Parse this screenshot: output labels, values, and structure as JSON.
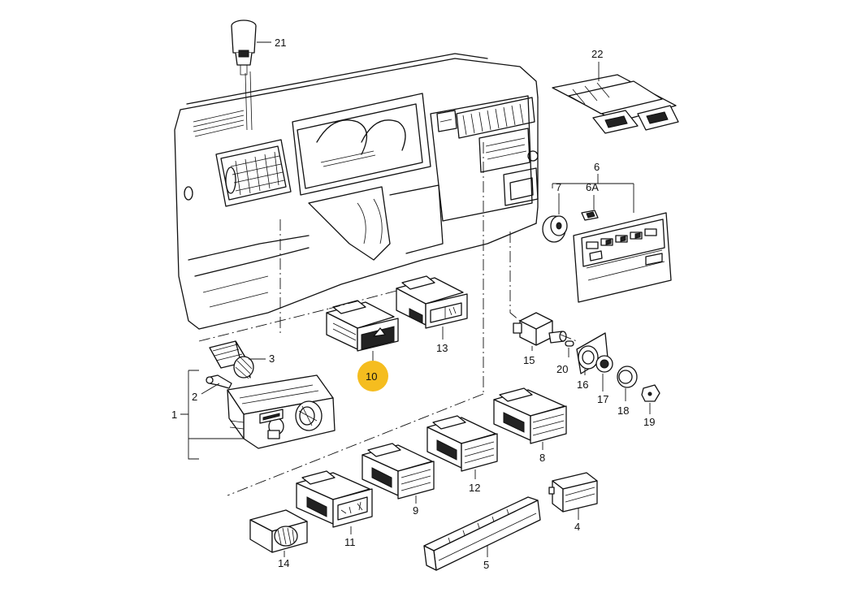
{
  "callouts": [
    {
      "id": "21",
      "label": "21"
    },
    {
      "id": "22",
      "label": "22"
    },
    {
      "id": "6",
      "label": "6"
    },
    {
      "id": "7",
      "label": "7"
    },
    {
      "id": "6A",
      "label": "6A"
    },
    {
      "id": "3",
      "label": "3"
    },
    {
      "id": "2",
      "label": "2"
    },
    {
      "id": "1",
      "label": "1"
    },
    {
      "id": "10",
      "label": "10",
      "highlighted": true
    },
    {
      "id": "13",
      "label": "13"
    },
    {
      "id": "15",
      "label": "15"
    },
    {
      "id": "20",
      "label": "20"
    },
    {
      "id": "16",
      "label": "16"
    },
    {
      "id": "17",
      "label": "17"
    },
    {
      "id": "18",
      "label": "18"
    },
    {
      "id": "19",
      "label": "19"
    },
    {
      "id": "8",
      "label": "8"
    },
    {
      "id": "12",
      "label": "12"
    },
    {
      "id": "9",
      "label": "9"
    },
    {
      "id": "11",
      "label": "11"
    },
    {
      "id": "14",
      "label": "14"
    },
    {
      "id": "4",
      "label": "4"
    },
    {
      "id": "5",
      "label": "5"
    }
  ],
  "highlight_color": "#f5bd1f",
  "line_color": "#111111"
}
